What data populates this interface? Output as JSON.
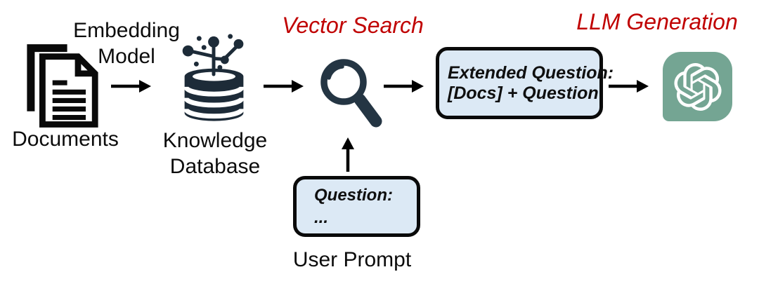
{
  "pipeline": {
    "documents": {
      "label": "Documents"
    },
    "embedding_model": {
      "label": "Embedding Model"
    },
    "knowledge_database": {
      "label": "Knowledge Database"
    },
    "vector_search": {
      "title": "Vector Search"
    },
    "extended_question_box": {
      "line1": "Extended Question:",
      "line2": "[Docs] + Question"
    },
    "llm_generation": {
      "title": "LLM Generation"
    },
    "question_box": {
      "line1": "Question:",
      "line2": "..."
    },
    "user_prompt": {
      "label": "User Prompt"
    }
  },
  "icons": {
    "documents": "document-pages-icon",
    "knowledge_database": "database-graph-icon",
    "vector_search": "magnifier-icon",
    "llm": "openai-logo-icon",
    "flow": "black-arrow-icon"
  },
  "colors": {
    "accent_red": "#C00000",
    "box_fill": "#DCE9F5",
    "box_border": "#0A0A0A",
    "icon_black": "#0A0A0A",
    "icon_dark_slate": "#22313F",
    "openai_green": "#74A593",
    "arrow": "#000000",
    "background": "#FFFFFF"
  }
}
